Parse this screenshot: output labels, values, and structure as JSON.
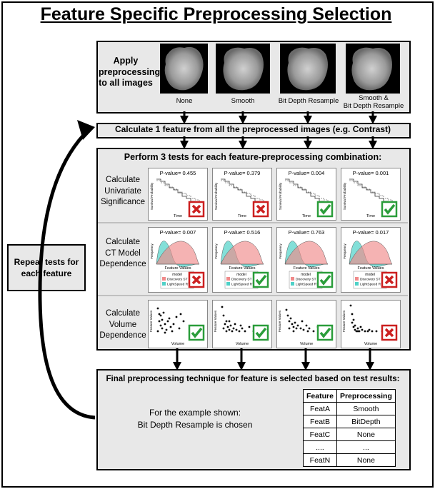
{
  "title": "Feature Specific Preprocessing Selection",
  "apply_panel": {
    "label_lines": [
      "Apply",
      "preprocessing",
      "to all images"
    ],
    "images": [
      {
        "label_lines": [
          "None"
        ]
      },
      {
        "label_lines": [
          "Smooth"
        ]
      },
      {
        "label_lines": [
          "Bit Depth Resample"
        ]
      },
      {
        "label_lines": [
          "Smooth &",
          "Bit Depth Resample"
        ]
      }
    ]
  },
  "calc_bar": "Calculate 1 feature from all the preprocessed images (e.g. Contrast)",
  "tests_panel": {
    "title": "Perform 3 tests for each feature-preprocessing combination:",
    "rows": [
      {
        "label_lines": [
          "Calculate",
          "Univariate",
          "Significance"
        ],
        "tiles": [
          {
            "pvalue": "P-value= 0.455",
            "result": "fail"
          },
          {
            "pvalue": "P-value= 0.379",
            "result": "fail"
          },
          {
            "pvalue": "P-value= 0.004",
            "result": "pass"
          },
          {
            "pvalue": "P-value= 0.001",
            "result": "pass"
          }
        ],
        "xlabel": "Time",
        "ylabel": "Survival Probability"
      },
      {
        "label_lines": [
          "Calculate",
          "CT Model",
          "Dependence"
        ],
        "tiles": [
          {
            "pvalue": "P-value= 0.007",
            "result": "fail"
          },
          {
            "pvalue": "P-value= 0.516",
            "result": "pass"
          },
          {
            "pvalue": "P-value= 0.763",
            "result": "pass"
          },
          {
            "pvalue": "P-value= 0.017",
            "result": "fail"
          }
        ],
        "xlabel": "Feature Values",
        "ylabel": "Frequency",
        "legend_title": "model",
        "legend_items": [
          "Discovery ST",
          "LightSpeed RT R"
        ]
      },
      {
        "label_lines": [
          "Calculate",
          "Volume",
          "Dependence"
        ],
        "tiles": [
          {
            "result": "pass"
          },
          {
            "result": "pass"
          },
          {
            "result": "pass"
          },
          {
            "result": "fail"
          }
        ],
        "xlabel": "Volume",
        "ylabel": "Feature Values"
      }
    ]
  },
  "repeat_box_lines": [
    "Repeat tests for",
    "each feature"
  ],
  "final_panel": {
    "title": "Final preprocessing technique for feature is selected based on test results:",
    "example_lines": [
      "For the example shown:",
      "Bit Depth Resample is chosen"
    ],
    "table": {
      "headers": [
        "Feature",
        "Preprocessing"
      ],
      "rows": [
        [
          "FeatA",
          "Smooth"
        ],
        [
          "FeatB",
          "BitDepth"
        ],
        [
          "FeatC",
          "None"
        ],
        [
          "....",
          "..."
        ],
        [
          "FeatN",
          "None"
        ]
      ]
    }
  },
  "colors": {
    "panel": "#e8e8e8",
    "pass": "#2a9d3a",
    "fail": "#cc1f1f",
    "series_a": "#f08a8a",
    "series_b": "#4fd1c8"
  }
}
